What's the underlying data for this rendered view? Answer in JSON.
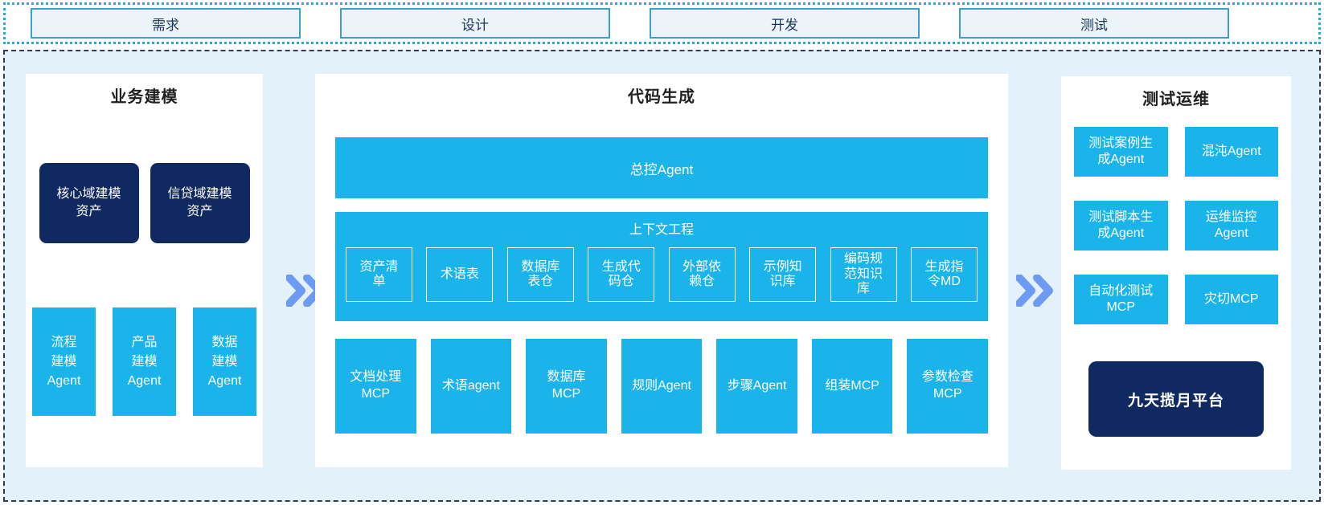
{
  "colors": {
    "accent_cyan": "#1ab4eb",
    "dark_navy": "#112961",
    "arrow_blue": "#6d9af3",
    "container_bg": "#e3f1fb",
    "strip_border": "#29a9d4",
    "phase_box_bg": "#edf4f9",
    "phase_box_border": "#3e9fc9",
    "phase_text": "#17365d"
  },
  "phases": [
    {
      "label": "需求"
    },
    {
      "label": "设计"
    },
    {
      "label": "开发"
    },
    {
      "label": "测试"
    }
  ],
  "business_modeling": {
    "title": "业务建模",
    "assets": [
      {
        "label": "核心域建模\n资产"
      },
      {
        "label": "信贷域建模\n资产"
      }
    ],
    "agents": [
      {
        "label": "流程\n建模\nAgent"
      },
      {
        "label": "产品\n建模\nAgent"
      },
      {
        "label": "数据\n建模\nAgent"
      }
    ]
  },
  "code_generation": {
    "title": "代码生成",
    "master_agent": "总控Agent",
    "context_engineering": {
      "title": "上下文工程",
      "items": [
        {
          "label": "资产清\n单"
        },
        {
          "label": "术语表"
        },
        {
          "label": "数据库\n表仓"
        },
        {
          "label": "生成代\n码仓"
        },
        {
          "label": "外部依\n赖仓"
        },
        {
          "label": "示例知\n识库"
        },
        {
          "label": "编码规\n范知识\n库"
        },
        {
          "label": "生成指\n令MD"
        }
      ]
    },
    "tools": [
      {
        "label": "文档处理\nMCP"
      },
      {
        "label": "术语agent"
      },
      {
        "label": "数据库\nMCP"
      },
      {
        "label": "规则Agent"
      },
      {
        "label": "步骤Agent"
      },
      {
        "label": "组装MCP"
      },
      {
        "label": "参数检查\nMCP"
      }
    ]
  },
  "test_ops": {
    "title": "测试运维",
    "agents": [
      {
        "label": "测试案例生\n成Agent"
      },
      {
        "label": "混沌Agent"
      },
      {
        "label": "测试脚本生\n成Agent"
      },
      {
        "label": "运维监控\nAgent"
      },
      {
        "label": "自动化测试\nMCP"
      },
      {
        "label": "灾切MCP"
      }
    ],
    "platform": "九天揽月平台"
  },
  "icons": {
    "flow_arrow": "double-chevron-right"
  }
}
